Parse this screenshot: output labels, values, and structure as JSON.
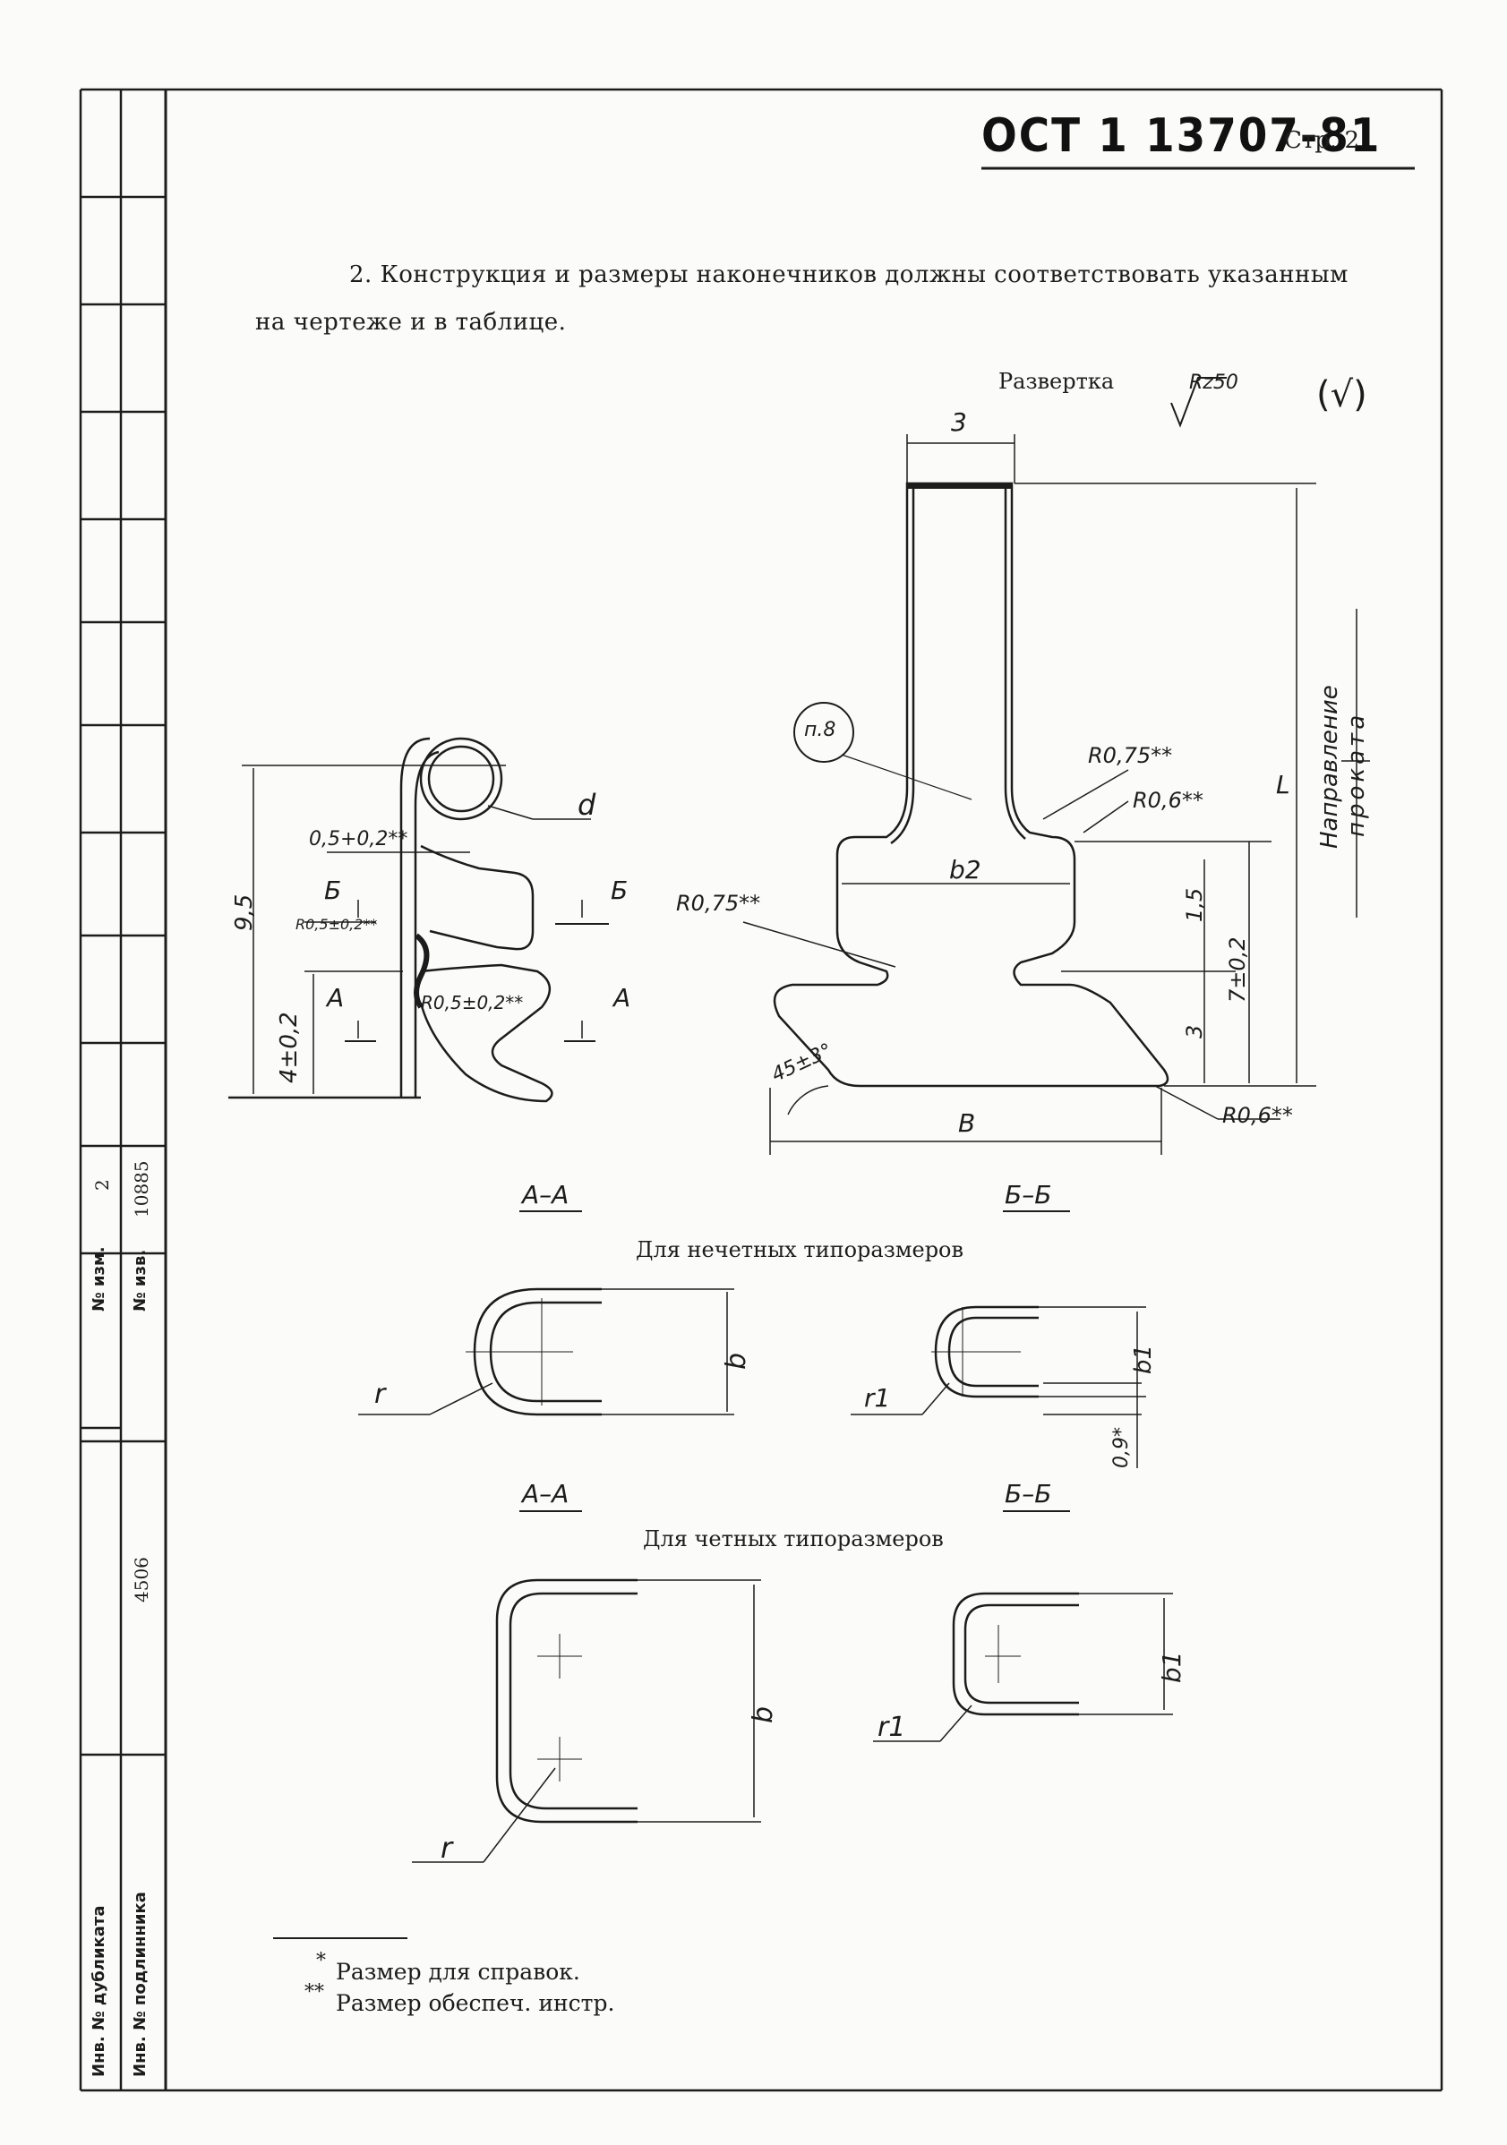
{
  "header": {
    "standard_code": "ОСТ 1 13707-81",
    "page_label": "Стр. 2"
  },
  "body_text": {
    "line1": "2. Конструкция и размеры наконечников должны соответствовать указанным",
    "line2": "на чертеже и в таблице."
  },
  "drawing": {
    "unfold_title": "Развертка",
    "roughness": "Rz50",
    "roughness_general": "(√)",
    "dims": {
      "width_3": "3",
      "L": "L",
      "rolling_dir_1": "Направление",
      "rolling_dir_2": "проката",
      "note_p8": "п.8",
      "r075_a": "R0,75**",
      "r06_a": "R0,6**",
      "r075_b": "R0,75**",
      "b2": "b2",
      "d15": "1,5",
      "d7": "7±0,2",
      "d3": "3",
      "angle": "45±3°",
      "B": "B",
      "r06_b": "R0,6**",
      "d": "d",
      "d05": "0,5+0,2**",
      "d95": "9,5",
      "d4": "4±0,2",
      "rr05": "R0,5±0,2**",
      "rr05b": "R0,5±0,2**",
      "sec_B": "Б",
      "sec_A": "А"
    },
    "sections": {
      "aa1": "А–А",
      "bb1": "Б–Б",
      "odd_caption": "Для нечетных типоразмеров",
      "aa2": "А–А",
      "bb2": "Б–Б",
      "even_caption": "Для четных типоразмеров",
      "b": "b",
      "r": "r",
      "b1": "b1",
      "r1": "r1",
      "d09": "0,9*"
    }
  },
  "footnotes": {
    "star1_mark": "*",
    "star1_text": "Размер для справок.",
    "star2_mark": "**",
    "star2_text": "Размер обеспеч. инстр."
  },
  "sidebar": {
    "izm_label": "№ изм.",
    "izm_value": "2",
    "izv_label": "№ изв.",
    "izv_value": "10885",
    "podl_value": "4506",
    "dubl_label": "Инв. № дубликата",
    "podl_label": "Инв. № подлинника"
  }
}
